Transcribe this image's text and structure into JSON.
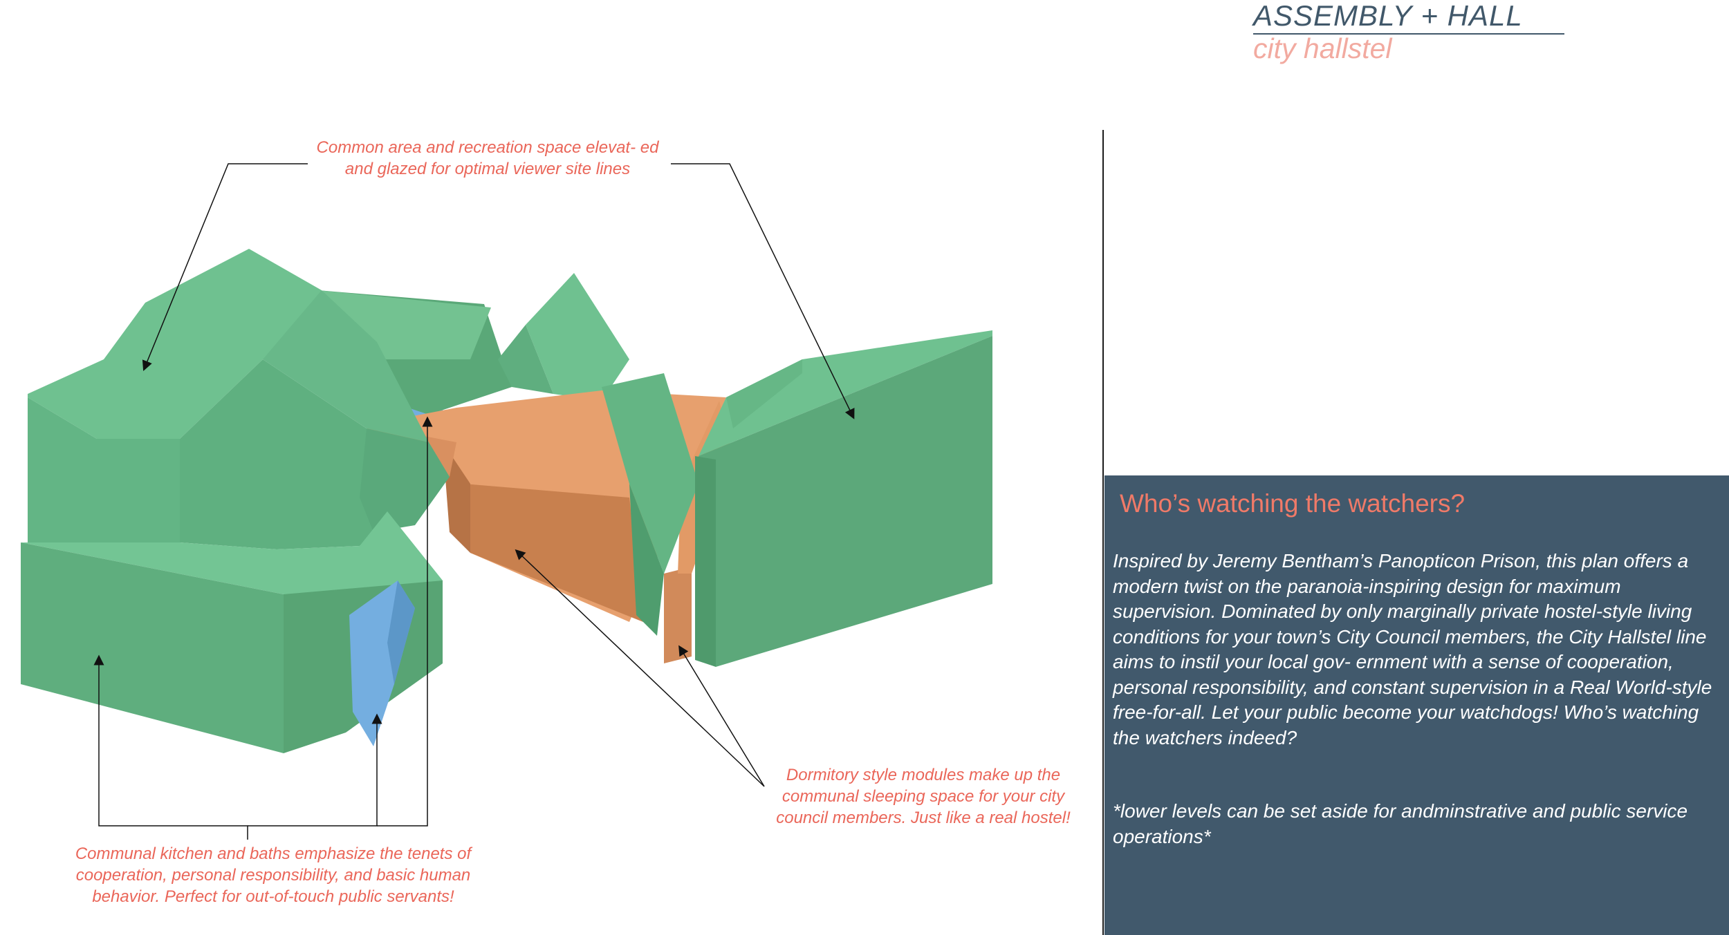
{
  "header": {
    "title": "ASSEMBLY + HALL",
    "subtitle": "city hallstel"
  },
  "annotations": {
    "common_area": "Common area and recreation space elevat- ed and glazed for optimal viewer site lines",
    "kitchen": "Communal kitchen and baths emphasize the tenets of cooperation, personal responsibility, and basic human behavior. Perfect for out-of-touch public servants!",
    "dormitory": "Dormitory style modules make up the communal sleeping space for your city council members. Just like a real hostel!"
  },
  "panel": {
    "heading": "Who’s watching the watchers?",
    "body": "Inspired by Jeremy Bentham’s Panopticon Prison, this plan offers a modern twist on the paranoia-inspiring design for maximum supervision. Dominated by only marginally private hostel-style living conditions for your town’s City Council members, the City Hallstel line aims to instil your local gov- ernment with a sense of cooperation, personal responsibility, and constant supervision in a Real World-style free-for-all. Let your public become your watchdogs! Who’s watching the watchers indeed?",
    "note": "*lower levels can be set aside for andminstrative and public service operations*"
  },
  "colors": {
    "green": "#6fc190",
    "orange": "#e7a06e",
    "blue": "#74aee0",
    "panel": "#41596c",
    "accent": "#ea6659"
  }
}
